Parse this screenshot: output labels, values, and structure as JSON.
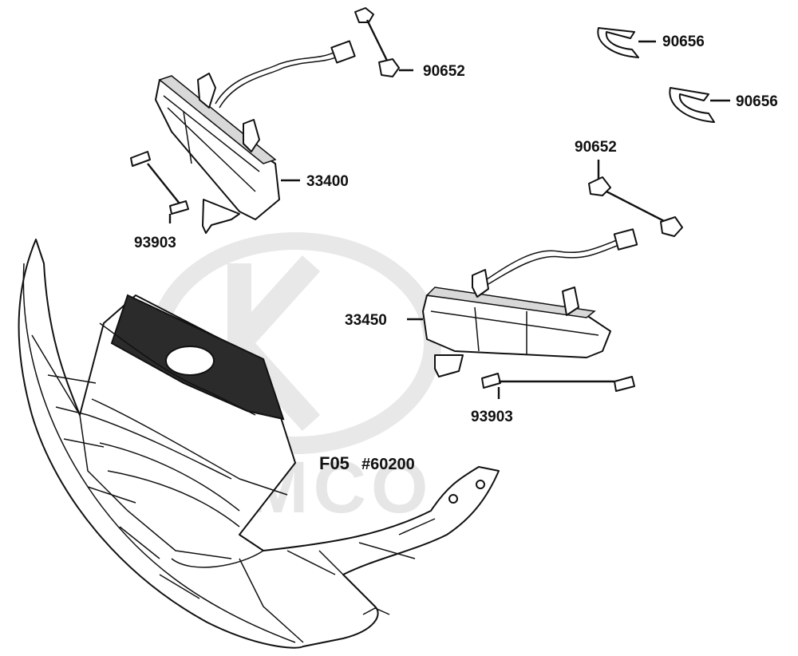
{
  "watermark": {
    "brand_text": "KYMCO"
  },
  "callouts": {
    "clip_top": "90652",
    "clip_right": "90652",
    "tie_upper": "90656",
    "tie_lower": "90656",
    "lamp_left": "33400",
    "lamp_right": "33450",
    "screw_left": "93903",
    "screw_right": "93903",
    "cover_code": "F05",
    "cover_part": "#60200"
  },
  "colors": {
    "line": "#111111",
    "watermark": "#e6e6e6",
    "background": "#ffffff"
  }
}
